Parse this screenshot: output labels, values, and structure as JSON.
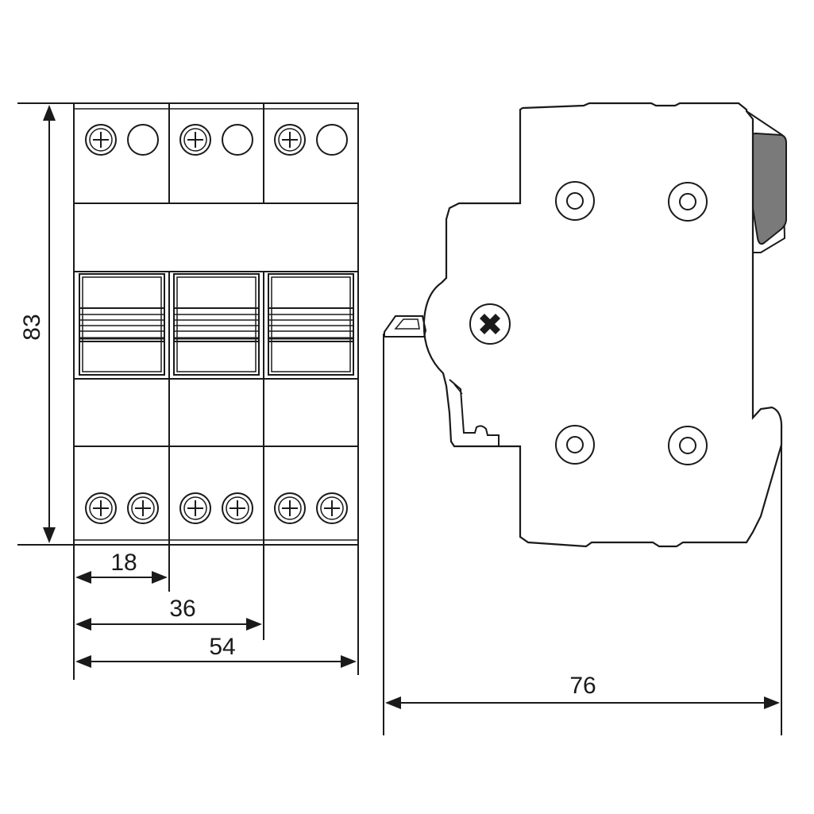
{
  "dimensions": {
    "height": "83",
    "pole_width": "18",
    "two_pole_width": "36",
    "three_pole_width": "54",
    "depth": "76"
  },
  "colors": {
    "line": "#1a1a1a",
    "din_clip": "#7a7a7a",
    "background": "#ffffff"
  }
}
